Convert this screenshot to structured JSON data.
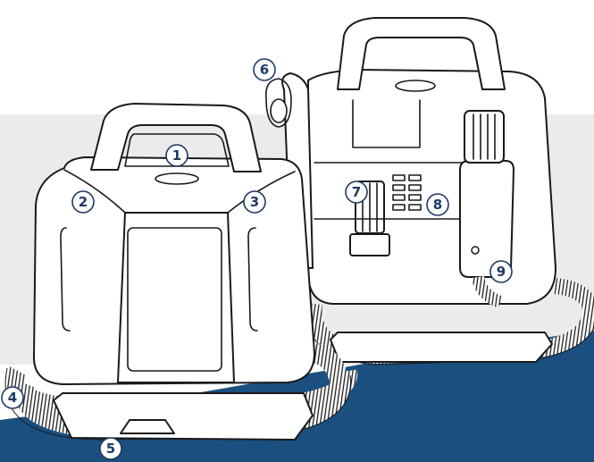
{
  "colors": {
    "band_gray": "#ebebeb",
    "floor_blue": "#1b4f7f",
    "callout_stroke": "#1d3a66",
    "outline": "#1a1a1a"
  },
  "callouts": [
    {
      "label": "1"
    },
    {
      "label": "2"
    },
    {
      "label": "3"
    },
    {
      "label": "4"
    },
    {
      "label": "5"
    },
    {
      "label": "6"
    },
    {
      "label": "7"
    },
    {
      "label": "8"
    },
    {
      "label": "9"
    }
  ]
}
